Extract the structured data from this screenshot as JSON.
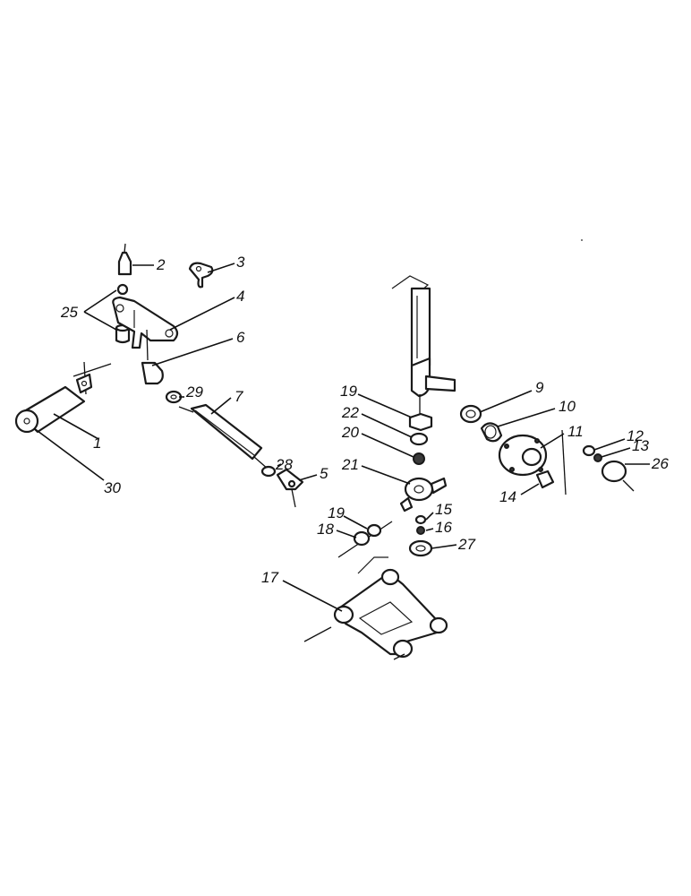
{
  "diagram": {
    "labels": {
      "p1": "1",
      "p2": "2",
      "p3": "3",
      "p4": "4",
      "p5": "5",
      "p6": "6",
      "p7": "7",
      "p9": "9",
      "p10": "10",
      "p11": "11",
      "p12": "12",
      "p13": "13",
      "p14": "14",
      "p15": "15",
      "p16": "16",
      "p17": "17",
      "p18": "18",
      "p19a": "19",
      "p19b": "19",
      "p20": "20",
      "p21": "21",
      "p22": "22",
      "p25": "25",
      "p26": "26",
      "p27": "27",
      "p28": "28",
      "p29": "29",
      "p30": "30"
    }
  }
}
